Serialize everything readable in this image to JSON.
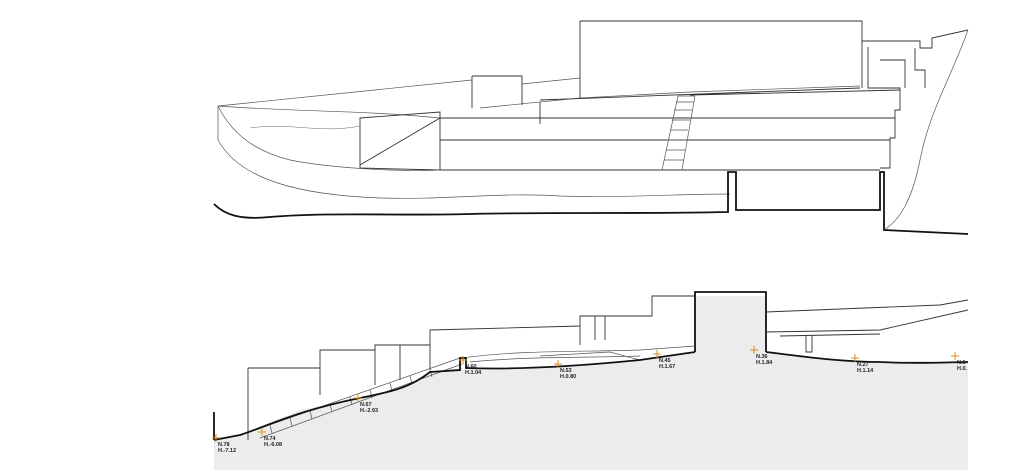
{
  "section_upper": {},
  "section_lower": {
    "level_marks": [
      {
        "n": "N.78",
        "h": "H.-7.12"
      },
      {
        "n": "N.74",
        "h": "H.-6.08"
      },
      {
        "n": "N.67",
        "h": "H.-2.93"
      },
      {
        "n": "N.60",
        "h": "H.1.04"
      },
      {
        "n": "N.53",
        "h": "H.0.80"
      },
      {
        "n": "N.45",
        "h": "H.1.67"
      },
      {
        "n": "N.36",
        "h": "H.1.84"
      },
      {
        "n": "N.27",
        "h": "H.1.14"
      },
      {
        "n": "N.1",
        "h": "H.0."
      }
    ]
  },
  "colors": {
    "ground_fill": "#ececec",
    "marker": "#e08a1e",
    "line": "#333333"
  }
}
